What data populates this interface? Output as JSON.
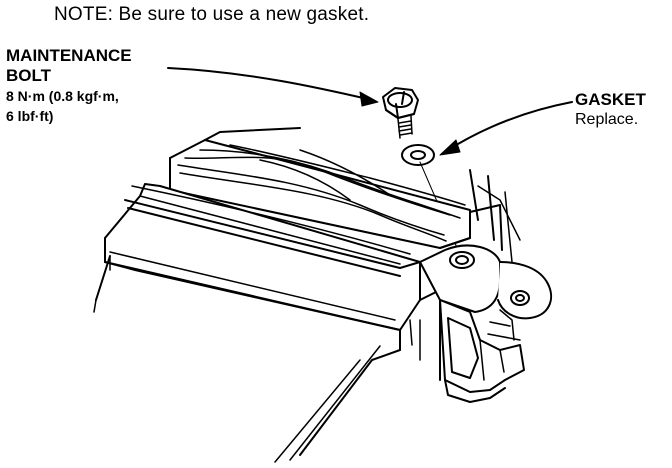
{
  "note": "NOTE:  Be sure to use a new gasket.",
  "callouts": {
    "bolt": {
      "name_line1": "MAINTENANCE",
      "name_line2": "BOLT",
      "torque_line1": "8 N·m (0.8 kgf·m,",
      "torque_line2": "6 lbf·ft)"
    },
    "gasket": {
      "name": "GASKET",
      "action": "Replace."
    }
  },
  "colors": {
    "ink": "#000000",
    "paper": "#ffffff"
  }
}
